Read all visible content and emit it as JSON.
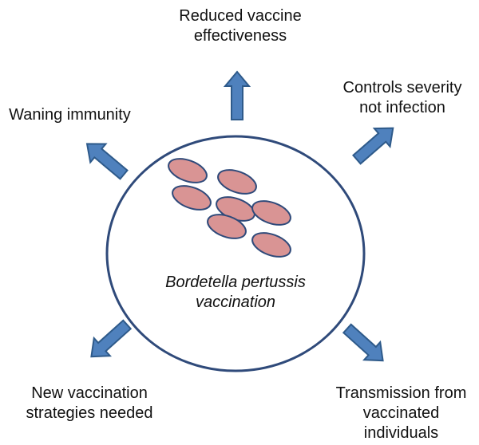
{
  "diagram": {
    "center": {
      "line1": "Bordetella pertussis",
      "line2": "vaccination"
    },
    "outcomes": [
      {
        "id": "top",
        "lines": [
          "Reduced vaccine",
          "effectiveness"
        ]
      },
      {
        "id": "top-right",
        "lines": [
          "Controls severity",
          "not infection"
        ]
      },
      {
        "id": "top-left",
        "lines": [
          "Waning immunity"
        ]
      },
      {
        "id": "bottom-left",
        "lines": [
          "New vaccination",
          "strategies needed"
        ]
      },
      {
        "id": "bottom-right",
        "lines": [
          "Transmission from",
          "vaccinated",
          "individuals"
        ]
      }
    ],
    "colors": {
      "arrow_fill": "#4f81bd",
      "arrow_stroke": "#2e5a8a",
      "circle_stroke": "#2f4a7a",
      "bacterium_fill": "#d99494",
      "bacterium_stroke": "#2f4a7a",
      "text": "#111111"
    },
    "icons": {
      "arrows": "outward-arrow-icon",
      "bacteria": "bacterium-icon"
    }
  }
}
